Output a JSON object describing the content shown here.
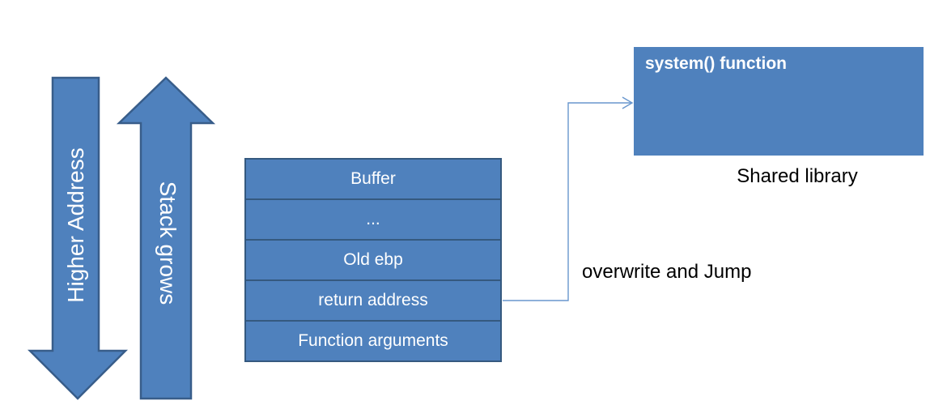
{
  "colors": {
    "shape_fill": "#4F81BD",
    "shape_border": "#385D8A",
    "row_border": "#35597F",
    "connector": "#6896CE",
    "text_light": "#FFFFFF",
    "text_dark": "#000000",
    "background": "#FFFFFF"
  },
  "arrows": {
    "higher_address": {
      "label": "Higher Address",
      "direction": "down"
    },
    "stack_grows": {
      "label": "Stack grows",
      "direction": "up"
    }
  },
  "stack": {
    "rows": [
      {
        "label": "Buffer"
      },
      {
        "label": "..."
      },
      {
        "label": "Old ebp"
      },
      {
        "label": "return address"
      },
      {
        "label": "Function arguments"
      }
    ]
  },
  "library": {
    "box_title": "system() function",
    "caption": "Shared library"
  },
  "connector": {
    "label": "overwrite and Jump"
  }
}
